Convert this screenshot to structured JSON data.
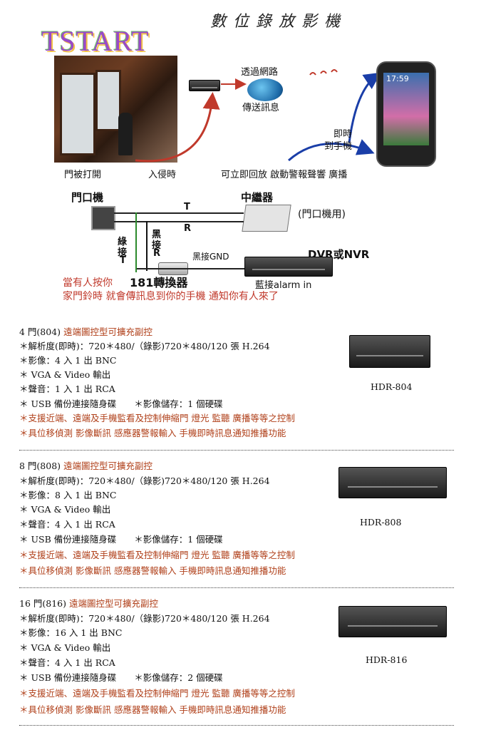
{
  "header": {
    "title": "數位錄放影機",
    "logo": "TSTART"
  },
  "scene": {
    "net_line1": "透過網路",
    "net_line2": "傳送訊息",
    "phone_line1": "即時",
    "phone_line2": "到手機",
    "caption_door": "門被打開",
    "caption_intrude": "入侵時",
    "caption_action": "可立即回放 啟動警報聲響 廣播",
    "phone_time": "17:59"
  },
  "wiring": {
    "door_unit": "門口機",
    "relay": "中繼器",
    "relay_note": "(門口機用)",
    "wire_t": "T",
    "wire_r": "R",
    "green_label_1": "綠",
    "green_label_2": "接",
    "green_label_3": "T",
    "black_label_1": "黑",
    "black_label_2": "接",
    "black_label_3": "R",
    "black_gnd": "黑接GND",
    "dvr": "DVR或NVR",
    "converter": "181轉換器",
    "blue_alarm": "藍接alarm in",
    "note_line1": "當有人按你",
    "note_line2": "家門鈴時 就會傳訊息到你的手機 通知你有人來了"
  },
  "products": [
    {
      "heading": "4 門(804)",
      "heading_desc": "遠端圖控型可擴充副控",
      "specs": [
        "＊解析度(即時)：720＊480/（錄影)720＊480/120 張 H.264",
        "＊影像：4 入 1 出 BNC",
        "＊ VGA & Video 輸出",
        "＊聲音：1 入 1 出 RCA",
        "＊ USB 備份連接隨身碟　　＊影像儲存：1 個硬碟"
      ],
      "features": [
        "＊支援近端、遠端及手機監看及控制伸縮門 燈光 監聽 廣播等等之控制",
        "＊具位移偵測 影像斷訊 感應器警報輸入 手機即時訊息通知推播功能"
      ],
      "model": "HDR-804"
    },
    {
      "heading": "8 門(808)",
      "heading_desc": "遠端圖控型可擴充副控",
      "specs": [
        "＊解析度(即時)：720＊480/（錄影)720＊480/120 張 H.264",
        "＊影像：8 入 1 出 BNC",
        "＊ VGA & Video 輸出",
        "＊聲音：4 入 1 出 RCA",
        "＊ USB 備份連接隨身碟　　＊影像儲存：1 個硬碟"
      ],
      "features": [
        "＊支援近端、遠端及手機監看及控制伸縮門 燈光 監聽 廣播等等之控制",
        "＊具位移偵測 影像斷訊 感應器警報輸入 手機即時訊息通知推播功能"
      ],
      "model": "HDR-808"
    },
    {
      "heading": "16 門(816)",
      "heading_desc": "遠端圖控型可擴充副控",
      "specs": [
        "＊解析度(即時)：720＊480/（錄影)720＊480/120 張 H.264",
        "＊影像：16 入 1 出 BNC",
        "＊ VGA & Video 輸出",
        "＊聲音：4 入 1 出 RCA",
        "＊ USB 備份連接隨身碟　　＊影像儲存：2 個硬碟"
      ],
      "features": [
        "＊支援近端、遠端及手機監看及控制伸縮門 燈光 監聽 廣播等等之控制",
        "＊具位移偵測 影像斷訊 感應器警報輸入 手機即時訊息通知推播功能"
      ],
      "model": "HDR-816"
    }
  ]
}
